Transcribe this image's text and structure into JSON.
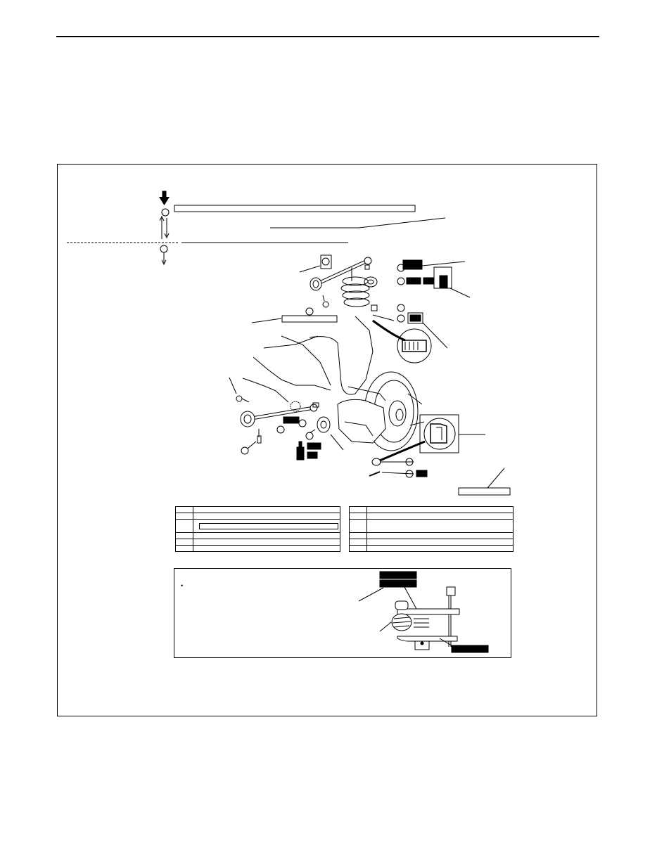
{
  "page": {
    "header_rule": true
  },
  "diagram": {
    "flow": {
      "top_arrow_icon": "arrow-down-bold-icon",
      "loop_icon": "two-way-arrow-icon",
      "step_arrow_icon": "arrow-down-icon"
    },
    "callout_count": 14,
    "label_boxes_note": "blank boxed labels and filled black tags, text not legible"
  },
  "parts_table": {
    "left_rows": 7,
    "right_rows": 7
  },
  "inset": {
    "bullet": "•",
    "tool_tags": 3
  },
  "colors": {
    "ink": "#000000",
    "paper": "#ffffff"
  }
}
